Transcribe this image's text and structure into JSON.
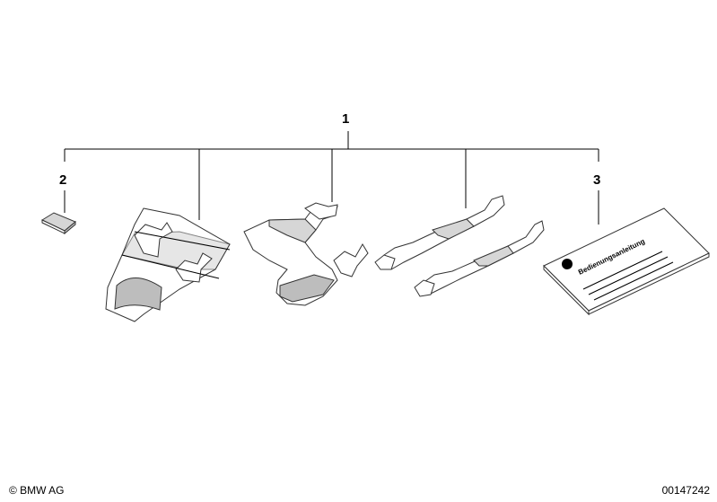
{
  "callouts": {
    "main": "1",
    "pad": "2",
    "manual": "3"
  },
  "manual": {
    "title": "Bedienungsanleitung"
  },
  "footer": {
    "copyright": "© BMW AG",
    "document_number": "00147242"
  }
}
